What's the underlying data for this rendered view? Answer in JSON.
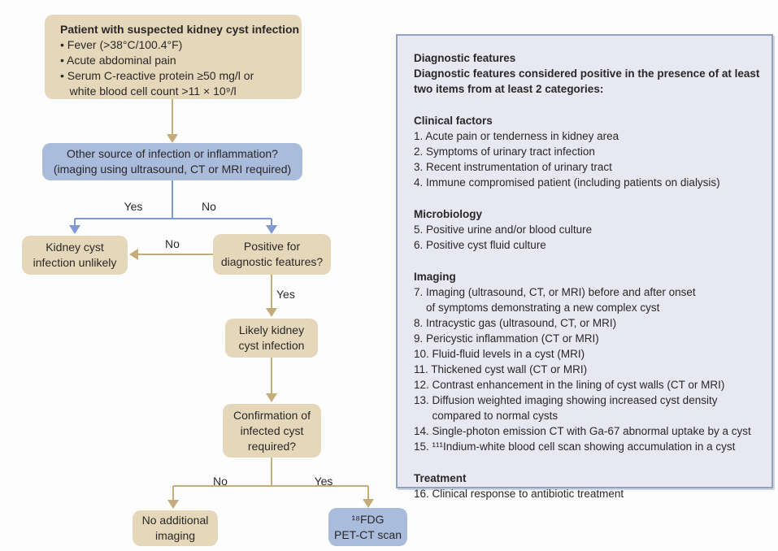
{
  "colors": {
    "tan_box": "#e5d8ba",
    "blue_box": "#a9bcdc",
    "tan_arrow": "#c3ab7a",
    "blue_arrow": "#7e9ad0",
    "panel_bg": "#e7e8f1",
    "panel_border": "#93a2c2",
    "text": "#2b2728"
  },
  "flow": {
    "start": {
      "title": "Patient with suspected kidney cyst infection",
      "lines": [
        "• Fever (>38°C/100.4°F)",
        "• Acute abdominal pain",
        "• Serum C-reactive protein ≥50 mg/l or",
        "   white blood cell count >11 × 10⁹/l"
      ]
    },
    "decision_source": {
      "lines": [
        "Other source of infection or inflammation?",
        "(imaging using ultrasound, CT or MRI required)"
      ]
    },
    "labels": {
      "branch1_yes": "Yes",
      "branch1_no": "No",
      "no_to_unlikely": "No",
      "yes_to_likely": "Yes",
      "branch2_no": "No",
      "branch2_yes": "Yes"
    },
    "unlikely": {
      "lines": [
        "Kidney cyst",
        "infection unlikely"
      ]
    },
    "positive": {
      "lines": [
        "Positive for",
        "diagnostic features?"
      ]
    },
    "likely": {
      "lines": [
        "Likely kidney",
        "cyst infection"
      ]
    },
    "confirmation": {
      "lines": [
        "Confirmation of",
        "infected cyst",
        "required?"
      ]
    },
    "no_imaging": {
      "lines": [
        "No additional",
        "imaging"
      ]
    },
    "petct": {
      "lines": [
        "¹⁸FDG",
        "PET-CT scan"
      ]
    }
  },
  "panel": {
    "title": "Diagnostic features",
    "subtitle": [
      "Diagnostic features considered positive in the presence of at least",
      "two items from at least 2 categories:"
    ],
    "sections": [
      {
        "heading": "Clinical factors",
        "items": [
          "1. Acute pain or tenderness in kidney area",
          "2. Symptoms of urinary tract infection",
          "3. Recent instrumentation of urinary tract",
          "4. Immune compromised patient (including patients on dialysis)"
        ]
      },
      {
        "heading": "Microbiology",
        "items": [
          "5. Positive urine and/or blood culture",
          "6. Positive cyst fluid culture"
        ]
      },
      {
        "heading": "Imaging",
        "items": [
          "7. Imaging (ultrasound, CT, or MRI) before and after onset",
          "    of symptoms demonstrating a new complex cyst",
          "8. Intracystic gas (ultrasound, CT, or MRI)",
          "9. Pericystic inflammation (CT or MRI)",
          "10. Fluid-fluid levels in a cyst (MRI)",
          "11. Thickened cyst wall (CT or MRI)",
          "12. Contrast enhancement in the lining of cyst walls (CT or MRI)",
          "13. Diffusion weighted imaging showing increased cyst density",
          "      compared to normal cysts",
          "14. Single-photon emission CT with Ga-67 abnormal uptake by a cyst",
          "15. ¹¹¹Indium-white blood cell scan showing accumulation in a cyst"
        ]
      },
      {
        "heading": "Treatment",
        "items": [
          "16. Clinical response to antibiotic treatment"
        ]
      }
    ]
  }
}
